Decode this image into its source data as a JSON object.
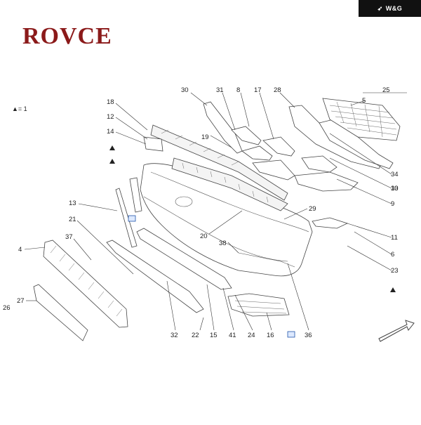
{
  "header": {
    "logo_text": "ROVCE",
    "badge_text": "W&G",
    "badge_icon": "bird-icon"
  },
  "legend": {
    "text": "▲= 1"
  },
  "diagram": {
    "part_numbers": [
      "30",
      "31",
      "8",
      "17",
      "28",
      "25",
      "5",
      "18",
      "12",
      "14",
      "19",
      "13",
      "21",
      "4",
      "37",
      "26",
      "27",
      "20",
      "29",
      "38",
      "32",
      "22",
      "15",
      "41",
      "24",
      "16",
      "36",
      "6",
      "11",
      "9",
      "10",
      "33",
      "34",
      "23"
    ],
    "arrow_icon": "direction-arrow-icon",
    "blue_marker_icon": "reference-square-icon"
  }
}
